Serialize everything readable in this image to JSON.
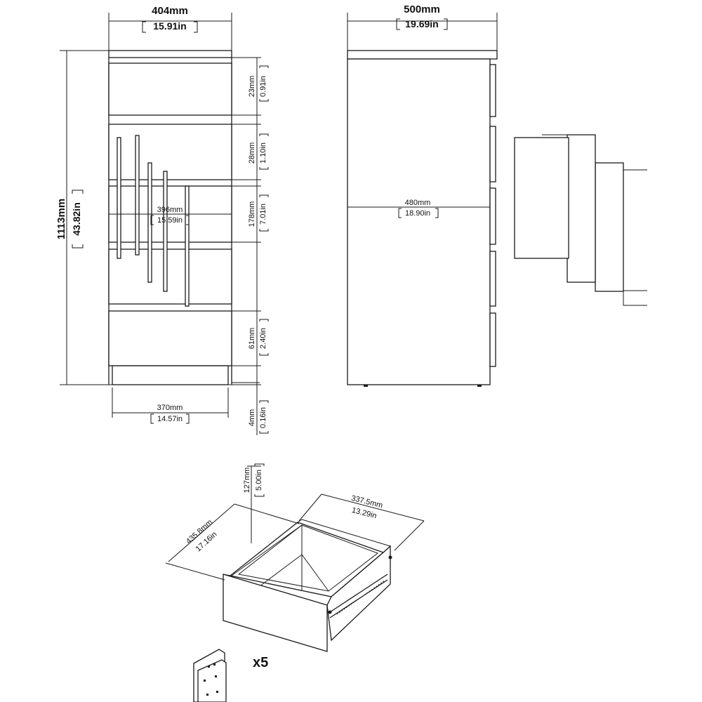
{
  "front_view": {
    "width_mm": "404mm",
    "width_in": "15.91in",
    "height_mm": "1113mm",
    "height_in": "43.82in",
    "inner_width_mm": "396mm",
    "inner_width_in": "15.59in",
    "base_width_mm": "370mm",
    "base_width_in": "14.57in",
    "gap_top_mm": "23mm",
    "gap_top_in": "0.91in",
    "gap_second_mm": "28mm",
    "gap_second_in": "1.10in",
    "drawer_front_mm": "178mm",
    "drawer_front_in": "7.01in",
    "plinth_mm": "61mm",
    "plinth_in": "2.40in",
    "foot_mm": "4mm",
    "foot_in": "0.16in"
  },
  "side_view": {
    "depth_mm": "500mm",
    "depth_in": "19.69in",
    "inner_depth_mm": "480mm",
    "inner_depth_in": "18.90in"
  },
  "drawer": {
    "height_mm": "127mm",
    "height_in": "5.00in",
    "depth_mm": "435.8mm",
    "depth_in": "17.16in",
    "width_mm": "337.5mm",
    "width_in": "13.29in",
    "quantity": "x5"
  }
}
